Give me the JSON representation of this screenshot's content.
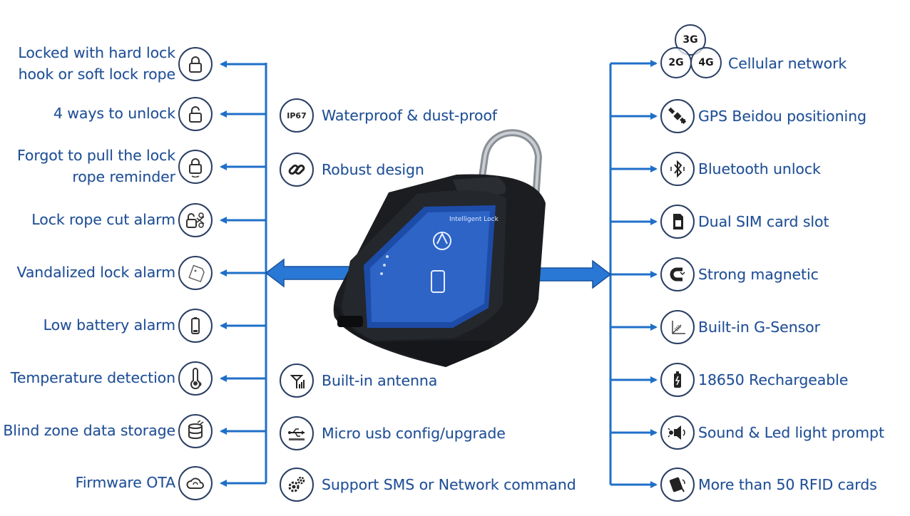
{
  "colors": {
    "accent": "#1f6fc9",
    "text": "#1f4f96",
    "icon_border": "#2a3f63"
  },
  "left_features": [
    {
      "lines": [
        "Locked with hard lock",
        "hook or soft lock rope"
      ],
      "icon": "padlock-icon"
    },
    {
      "lines": [
        "4 ways to unlock"
      ],
      "icon": "unlock-icon"
    },
    {
      "lines": [
        "Forgot to pull the lock",
        "rope reminder"
      ],
      "icon": "lock-reminder-icon"
    },
    {
      "lines": [
        "Lock rope cut alarm"
      ],
      "icon": "lock-scissors-icon"
    },
    {
      "lines": [
        "Vandalized lock alarm"
      ],
      "icon": "vandal-tag-icon"
    },
    {
      "lines": [
        "Low battery alarm"
      ],
      "icon": "low-battery-icon"
    },
    {
      "lines": [
        "Temperature detection"
      ],
      "icon": "thermometer-icon"
    },
    {
      "lines": [
        "Blind zone data storage"
      ],
      "icon": "data-storage-icon"
    },
    {
      "lines": [
        "Firmware OTA"
      ],
      "icon": "cloud-update-icon"
    }
  ],
  "middle_features": [
    {
      "label": "Waterproof & dust-proof",
      "icon": "ip67-icon",
      "icon_text": "IP67"
    },
    {
      "label": "Robust design",
      "icon": "chain-link-icon"
    },
    {
      "label": "Built-in antenna",
      "icon": "antenna-icon"
    },
    {
      "label": "Micro usb config/upgrade",
      "icon": "usb-icon"
    },
    {
      "label": "Support SMS or Network command",
      "icon": "gears-icon"
    }
  ],
  "right_features": [
    {
      "label": "Cellular network",
      "icon": "cellular-icon"
    },
    {
      "label": "GPS Beidou positioning",
      "icon": "satellite-icon"
    },
    {
      "label": "Bluetooth unlock",
      "icon": "bluetooth-icon"
    },
    {
      "label": "Dual SIM card slot",
      "icon": "sim-card-icon"
    },
    {
      "label": "Strong magnetic",
      "icon": "magnet-icon"
    },
    {
      "label": "Built-in G-Sensor",
      "icon": "g-sensor-icon"
    },
    {
      "label": "18650 Rechargeable",
      "icon": "battery-icon"
    },
    {
      "label": "Sound & Led light prompt",
      "icon": "sound-light-icon"
    },
    {
      "label": "More than 50 RFID cards",
      "icon": "rfid-card-icon"
    }
  ],
  "cellular_bubbles": [
    "3G",
    "2G",
    "4G"
  ],
  "device": {
    "screen_text": "Intelligent Lock"
  }
}
